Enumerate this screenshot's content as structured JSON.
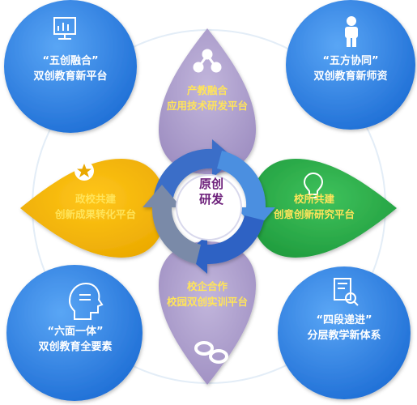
{
  "hub": {
    "line1": "原创",
    "line2": "研发"
  },
  "corners": {
    "top_left": {
      "line1": "“五创融合”",
      "line2": "双创教育新平台",
      "icon": "chart-screen-icon"
    },
    "top_right": {
      "line1": "“五方协同”",
      "line2": "双创教育新师资",
      "icon": "person-icon"
    },
    "bottom_left": {
      "line1": "“六面一体”",
      "line2": "双创教育全要素",
      "icon": "head-thinking-icon"
    },
    "bottom_right": {
      "line1": "“四段递进”",
      "line2": "分层教学新体系",
      "icon": "document-search-icon"
    }
  },
  "petals": {
    "top": {
      "line1": "产教融合",
      "line2": "应用技术研发平台",
      "color": "#a898c8",
      "icon": "network-icon"
    },
    "right": {
      "line1": "校所共建",
      "line2": "创意创新研究平台",
      "color": "#2eaa4c",
      "icon": "lightbulb-icon"
    },
    "bottom": {
      "line1": "校企合作",
      "line2": "校园双创实训平台",
      "color": "#a898c8",
      "icon": "link-icon"
    },
    "left": {
      "line1": "政校共建",
      "line2": "创新成果转化平台",
      "color": "#f2b600",
      "icon": "star-icon"
    }
  },
  "colors": {
    "circle_blue": "#2f7fe0",
    "hub_text": "#6c1f7a",
    "petal_text": "#ffe45a"
  }
}
